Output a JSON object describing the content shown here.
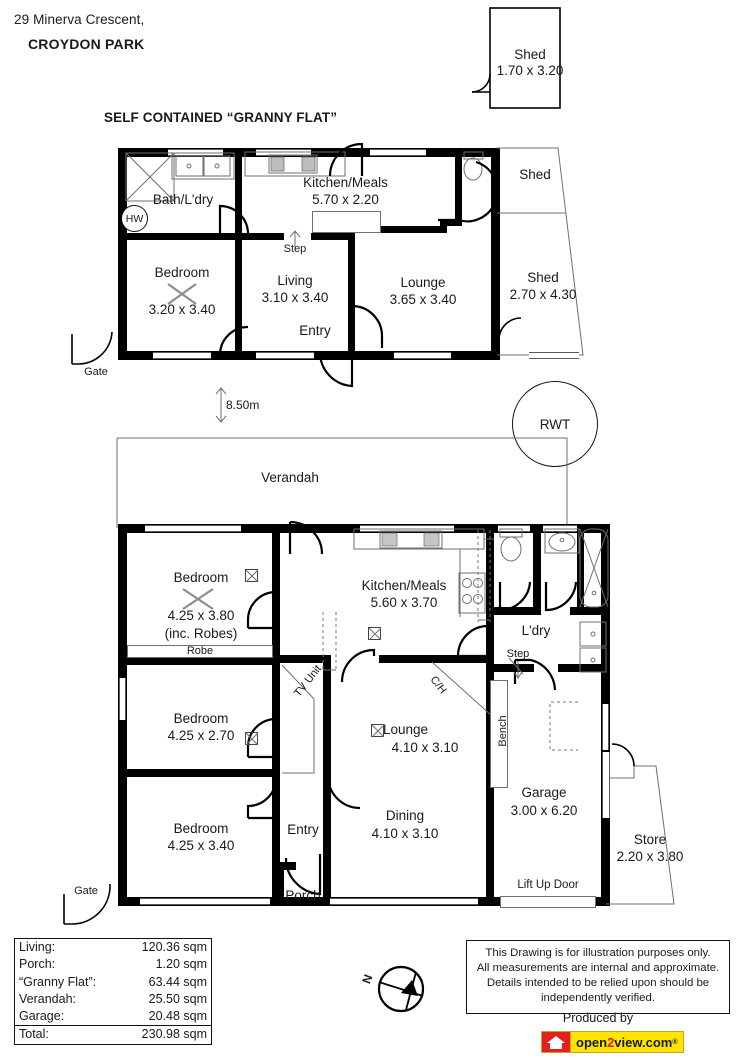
{
  "header": {
    "address_line1": "29 Minerva Crescent,",
    "address_line2": "CROYDON PARK"
  },
  "granny_flat": {
    "title": "SELF CONTAINED “GRANNY FLAT”",
    "rooms": [
      {
        "name": "Bath/L'dry",
        "dims": ""
      },
      {
        "name": "Kitchen/Meals",
        "dims": "5.70 x 2.20"
      },
      {
        "name": "Bedroom",
        "dims": "3.20 x 3.40"
      },
      {
        "name": "Living",
        "dims": "3.10 x 3.40"
      },
      {
        "name": "Lounge",
        "dims": "3.65 x 3.40"
      },
      {
        "name": "Entry",
        "dims": ""
      }
    ],
    "step_label": "Step",
    "hw_label": "HW",
    "gate_label": "Gate"
  },
  "sheds": [
    {
      "name": "Shed",
      "dims": "1.70 x 3.20"
    },
    {
      "name": "Shed",
      "dims": ""
    },
    {
      "name": "Shed",
      "dims": "2.70 x 4.30"
    }
  ],
  "separation": {
    "label": "8.50m"
  },
  "rwt": {
    "label": "RWT"
  },
  "main_house": {
    "verandah_label": "Verandah",
    "rooms": [
      {
        "name": "Bedroom",
        "dims": "4.25 x 3.80",
        "note": "(inc. Robes)"
      },
      {
        "name": "Bedroom",
        "dims": "4.25 x 2.70",
        "note": ""
      },
      {
        "name": "Bedroom",
        "dims": "4.25 x 3.40",
        "note": ""
      },
      {
        "name": "Kitchen/Meals",
        "dims": "5.60 x 3.70",
        "note": ""
      },
      {
        "name": "Lounge",
        "dims": "4.10 x 3.10",
        "note": ""
      },
      {
        "name": "Dining",
        "dims": "4.10 x 3.10",
        "note": ""
      },
      {
        "name": "Garage",
        "dims": "3.00 x 6.20",
        "note": ""
      },
      {
        "name": "Store",
        "dims": "2.20 x 3.80",
        "note": ""
      }
    ],
    "labels": {
      "robe": "Robe",
      "ldry": "L'dry",
      "step": "Step",
      "entry": "Entry",
      "porch": "Porch",
      "tv_unit": "TV Unit",
      "ch": "C/H",
      "bench": "Bench",
      "lift_up_door": "Lift Up Door",
      "gate": "Gate"
    }
  },
  "compass": {
    "north_label": "N"
  },
  "areas": {
    "rows": [
      {
        "label": "Living:",
        "value": "120.36 sqm"
      },
      {
        "label": "Porch:",
        "value": "1.20 sqm"
      },
      {
        "label": "“Granny Flat”:",
        "value": "63.44 sqm"
      },
      {
        "label": "Verandah:",
        "value": "25.50 sqm"
      },
      {
        "label": "Garage:",
        "value": "20.48 sqm"
      }
    ],
    "total": {
      "label": "Total:",
      "value": "230.98 sqm"
    }
  },
  "disclaimer": {
    "line1": "This Drawing is for illustration purposes only.",
    "line2": "All measurements are internal and  approximate.",
    "line3": "Details intended to be relied upon should be",
    "line4": "independently verified."
  },
  "footer": {
    "produced_by": "Produced by",
    "brand_open": "open",
    "brand_two": "2",
    "brand_view": "view.com",
    "brand_reg": "®"
  },
  "colors": {
    "wall": "#000000",
    "fixture_outline": "#6f6f6f",
    "logo_red": "#e2211c",
    "logo_yellow": "#ffe400"
  }
}
